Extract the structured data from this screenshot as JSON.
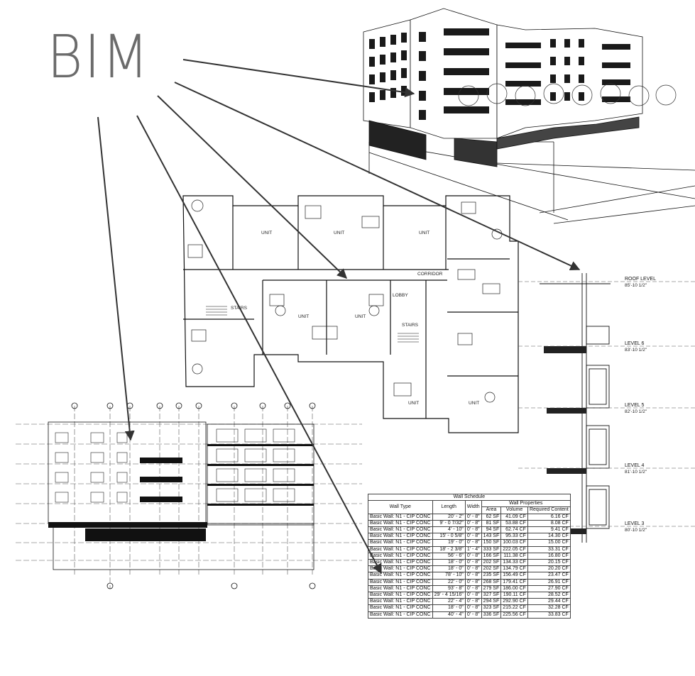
{
  "title": "BIM",
  "rendering": {
    "image": "3d-exterior-perspective"
  },
  "floor_plan": {
    "unit_label": "UNIT",
    "corridor_label": "CORRIDOR",
    "lobby_label": "LOBBY",
    "stair_label": "STAIRS"
  },
  "elevation": {
    "image": "building-elevation-and-section"
  },
  "wall_section": {
    "levels": [
      {
        "name": "ROOF LEVEL",
        "elev": "85'-10 1/2\""
      },
      {
        "name": "LEVEL 6",
        "elev": "83'-10 1/2\""
      },
      {
        "name": "LEVEL 5",
        "elev": "82'-10 1/2\""
      },
      {
        "name": "LEVEL 4",
        "elev": "81'-10 1/2\""
      },
      {
        "name": "LEVEL 3",
        "elev": "80'-10 1/2\""
      }
    ]
  },
  "wall_schedule": {
    "title": "Wall Schedule",
    "group_header": "Wall Properties",
    "columns": [
      "Wall Type",
      "Length",
      "Width",
      "Area",
      "Volume",
      "Required Content"
    ],
    "rows": [
      [
        "Basic Wall: N1 - CIP CONC",
        "20' - 2\"",
        "0' - 8\"",
        "62 SF",
        "41.09 CF",
        "6.16 CF"
      ],
      [
        "Basic Wall: N1 - CIP CONC",
        "9' - 0 7/32\"",
        "0' - 8\"",
        "81 SF",
        "53.88 CF",
        "8.08 CF"
      ],
      [
        "Basic Wall: N1 - CIP CONC",
        "4' - 10\"",
        "0' - 8\"",
        "94 SF",
        "62.74 CF",
        "9.41 CF"
      ],
      [
        "Basic Wall: N1 - CIP CONC",
        "15' - 0 5/8\"",
        "0' - 8\"",
        "143 SF",
        "95.33 CF",
        "14.30 CF"
      ],
      [
        "Basic Wall: N1 - CIP CONC",
        "19' - 0\"",
        "0' - 8\"",
        "150 SF",
        "100.03 CF",
        "15.00 CF"
      ],
      [
        "Basic Wall: N1 - CIP CONC",
        "18' - 2 3/8\"",
        "1' - 4\"",
        "333 SF",
        "222.05 CF",
        "33.31 CF"
      ],
      [
        "Basic Wall: N1 - CIP CONC",
        "56' - 6\"",
        "0' - 8\"",
        "166 SF",
        "111.38 CF",
        "16.80 CF"
      ],
      [
        "Basic Wall: N1 - CIP CONC",
        "18' - 0\"",
        "0' - 8\"",
        "202 SF",
        "134.33 CF",
        "20.15 CF"
      ],
      [
        "Basic Wall: N1 - CIP CONC",
        "18' - 0\"",
        "0' - 8\"",
        "202 SF",
        "134.79 CF",
        "20.20 CF"
      ],
      [
        "Basic Wall: N1 - CIP CONC",
        "78' - 10\"",
        "0' - 8\"",
        "235 SF",
        "156.49 CF",
        "23.47 CF"
      ],
      [
        "Basic Wall: N1 - CIP CONC",
        "22' - 0\"",
        "0' - 8\"",
        "268 SF",
        "179.41 CF",
        "26.91 CF"
      ],
      [
        "Basic Wall: N1 - CIP CONC",
        "93' - 8\"",
        "0' - 8\"",
        "279 SF",
        "186.00 CF",
        "27.90 CF"
      ],
      [
        "Basic Wall: N1 - CIP CONC",
        "29' - 4 15/16\"",
        "0' - 8\"",
        "327 SF",
        "190.11 CF",
        "28.52 CF"
      ],
      [
        "Basic Wall: N1 - CIP CONC",
        "22' - 4\"",
        "0' - 8\"",
        "294 SF",
        "292.90 CF",
        "29.44 CF"
      ],
      [
        "Basic Wall: N1 - CIP CONC",
        "18' - 0\"",
        "0' - 8\"",
        "323 SF",
        "215.22 CF",
        "32.28 CF"
      ],
      [
        "Basic Wall: N1 - CIP CONC",
        "40' - 4\"",
        "0' - 8\"",
        "336 SF",
        "225.56 CF",
        "33.83 CF"
      ]
    ]
  },
  "colors": {
    "title": "#6b6b6b",
    "lines": "#111111",
    "arrows": "#333333"
  }
}
